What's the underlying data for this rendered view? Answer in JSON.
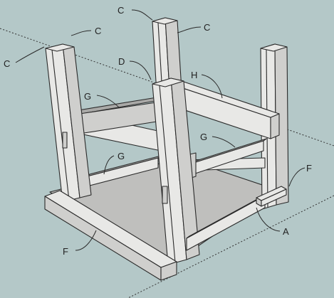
{
  "labels": {
    "c_top_left": "C",
    "c_top_right": "C",
    "c_left_upper": "C",
    "c_left_lower": "C",
    "d": "D",
    "h": "H",
    "g_back": "G",
    "g_right": "G",
    "g_left": "G",
    "f_right": "F",
    "f_front": "F",
    "a": "A"
  },
  "colors": {
    "background": "#b4c8c8",
    "wood_light": "#e8e8e6",
    "wood_mid": "#cfcfcd",
    "wood_dark": "#a9a9a7",
    "floor": "#bfbfbd",
    "line": "#2a2a2a"
  }
}
